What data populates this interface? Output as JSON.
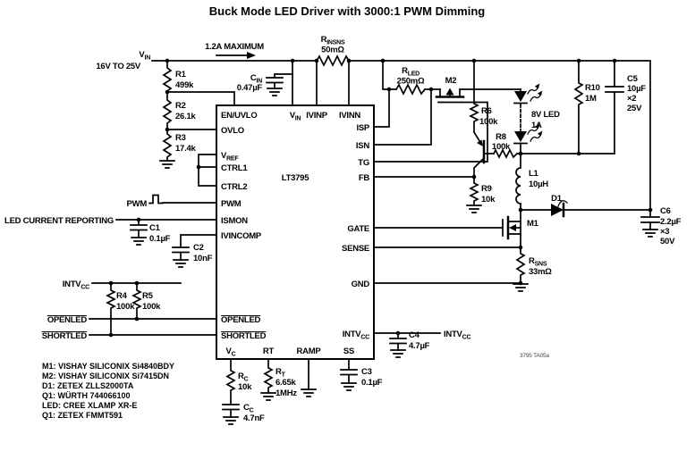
{
  "title": "Buck Mode LED Driver with 3000:1 PWM Dimming",
  "ic": {
    "name": "LT3795",
    "pins": {
      "enuvlo": "EN/UVLO",
      "ovlo": "OVLO",
      "vref_t": "V",
      "vref_s": "REF",
      "ctrl1": "CTRL1",
      "ctrl2": "CTRL2",
      "pwm": "PWM",
      "ismon": "ISMON",
      "ivincomp": "IVINCOMP",
      "openled": "OPENLED",
      "shortled": "SHORTLED",
      "vin_t": "V",
      "vin_s": "IN",
      "ivinp": "IVINP",
      "ivinn": "IVINN",
      "isp": "ISP",
      "isn": "ISN",
      "tg": "TG",
      "fb": "FB",
      "gate": "GATE",
      "sense": "SENSE",
      "gnd": "GND",
      "intvcc_t": "INTV",
      "intvcc_s": "CC",
      "vc_t": "V",
      "vc_s": "C",
      "rt": "RT",
      "ramp": "RAMP",
      "ss": "SS"
    }
  },
  "t": {
    "vin_t": "V",
    "vin_s": "IN",
    "vin_range": "16V TO 25V",
    "imax": "1.2A MAXIMUM",
    "rinsns_t": "R",
    "rinsns_s": "INSNS",
    "rinsns_v": "50mΩ",
    "cin_t": "C",
    "cin_s": "IN",
    "cin_v": "0.47µF",
    "r1": "R1",
    "r1_v": "499k",
    "r2": "R2",
    "r2_v": "26.1k",
    "r3": "R3",
    "r3_v": "17.4k",
    "rled_t": "R",
    "rled_s": "LED",
    "rled_v": "250mΩ",
    "m2": "M2",
    "r6": "R6",
    "r6_v": "100k",
    "r8": "R8",
    "r8_v": "100k",
    "led_v1": "8V LED",
    "led_v2": "1A",
    "r10": "R10",
    "r10_v": "1M",
    "c5": "C5",
    "c5_v": "10µF",
    "c5_x": "×2",
    "c5_r": "25V",
    "r9": "R9",
    "r9_v": "10k",
    "l1": "L1",
    "l1_v": "10µH",
    "d1": "D1",
    "c6": "C6",
    "c6_v": "2.2µF",
    "c6_x": "×3",
    "c6_r": "50V",
    "m1": "M1",
    "rsns_t": "R",
    "rsns_s": "SNS",
    "rsns_v": "33mΩ",
    "pwm": "PWM",
    "led_current": "LED CURRENT REPORTING",
    "c1": "C1",
    "c1_v": "0.1µF",
    "c2": "C2",
    "c2_v": "10nF",
    "intvcc_t": "INTV",
    "intvcc_s": "CC",
    "r4": "R4",
    "r4_v": "100k",
    "r5": "R5",
    "r5_v": "100k",
    "openled": "OPENLED",
    "shortled": "SHORTLED",
    "rc_t": "R",
    "rc_s": "C",
    "rc_v": "10k",
    "cc_t": "C",
    "cc_s": "C",
    "cc_v": "4.7nF",
    "rt_t": "R",
    "rt_s": "T",
    "rt_v": "6.65k",
    "rt_f": "1MHz",
    "c3": "C3",
    "c3_v": "0.1µF",
    "c4": "C4",
    "c4_v": "4.7µF"
  },
  "notes": [
    "M1: VISHAY SILICONIX Si4840BDY",
    "M2: VISHAY SILICONIX Si7415DN",
    "D1: ZETEX ZLLS2000TA",
    "Q1: WÜRTH 744066100",
    "LED: CREE XLAMP XR-E",
    "Q1: ZETEX FMMT591"
  ],
  "watermark": "3795 TA05a",
  "colors": {
    "ic_fill": "#e8bfb5",
    "wire": "#000000"
  }
}
